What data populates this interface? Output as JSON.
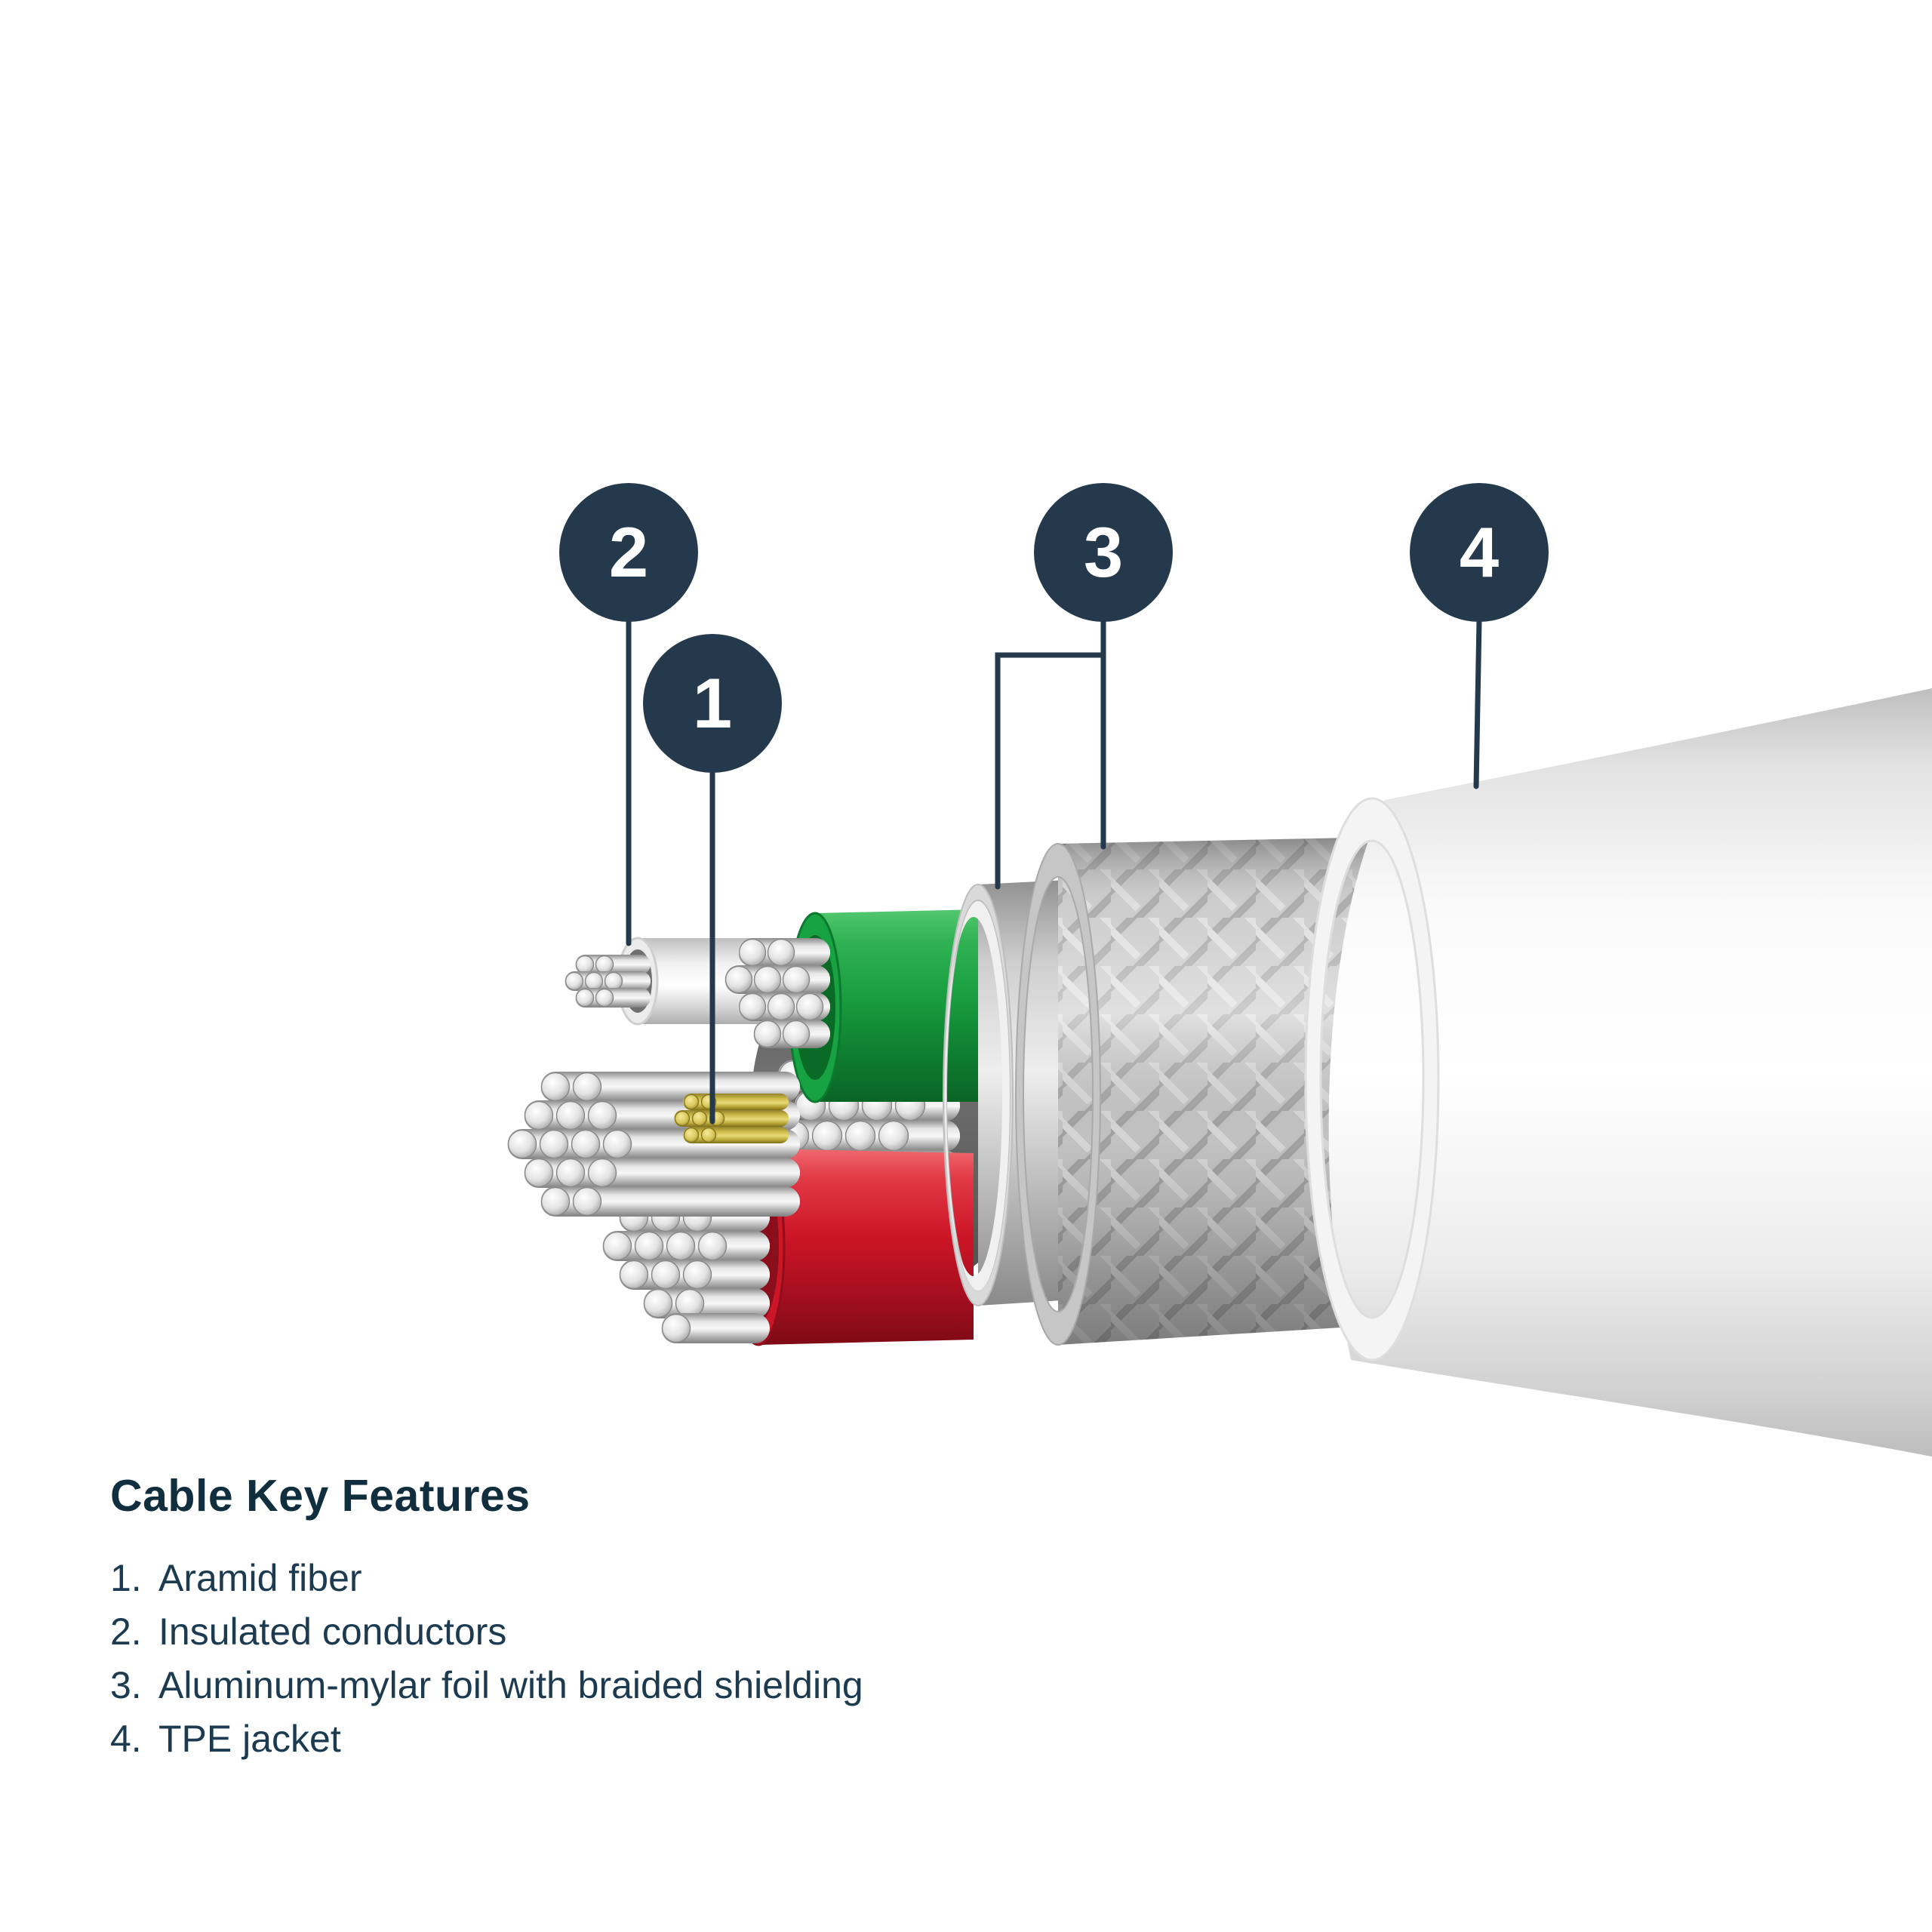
{
  "illustration": {
    "badges": [
      {
        "number": "1"
      },
      {
        "number": "2"
      },
      {
        "number": "3"
      },
      {
        "number": "4"
      }
    ],
    "colors": {
      "callout_navy": "#24394b",
      "conductor_green": "#17a341",
      "conductor_red": "#cb1628",
      "aramid_yellow": "#d9c84f",
      "strand_silver": "#e6e6e6",
      "jacket_white": "#f4f4f4",
      "braid_gray": "#c7c7c7"
    }
  },
  "features": {
    "heading": "Cable Key Features",
    "items": [
      {
        "num": "1.",
        "text": "Aramid fiber"
      },
      {
        "num": "2.",
        "text": "Insulated conductors"
      },
      {
        "num": "3.",
        "text": "Aluminum-mylar foil with braided shielding"
      },
      {
        "num": "4.",
        "text": "TPE jacket"
      }
    ]
  }
}
